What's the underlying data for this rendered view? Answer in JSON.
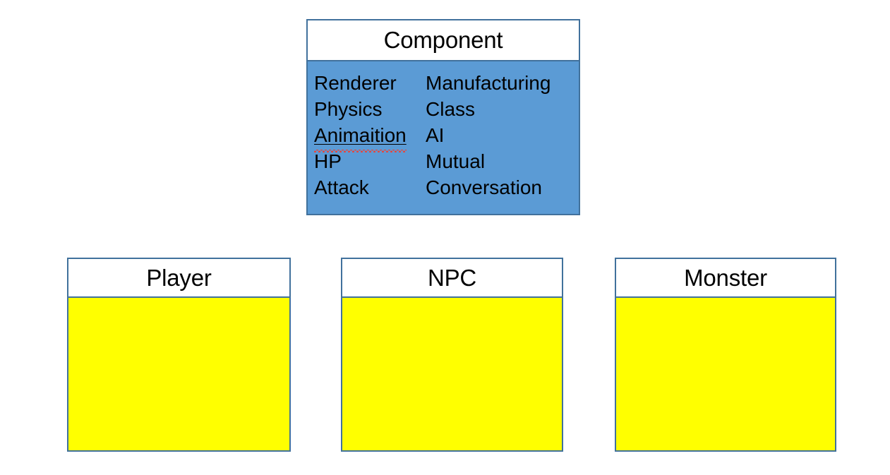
{
  "diagram": {
    "kind": "class-diagram",
    "background_color": "#FFFFFF",
    "colors": {
      "border": "#41719C",
      "component_fill": "#5B9BD5",
      "subclass_fill": "#FFFF00",
      "header_fill": "#FFFFFF",
      "text": "#000000",
      "spellcheck_underline": "#E8443A"
    }
  },
  "component": {
    "title": "Component",
    "attributes": [
      {
        "left": "Renderer",
        "right": "Manufacturing"
      },
      {
        "left": "Physics",
        "right": "Class"
      },
      {
        "left": "Animaition",
        "right": "AI"
      },
      {
        "left": "HP",
        "right": "Mutual"
      },
      {
        "left": "Attack",
        "right": "Conversation"
      }
    ],
    "misspelled_terms": [
      "Animaition"
    ]
  },
  "subclasses": [
    {
      "title": "Player",
      "body_text": ""
    },
    {
      "title": "NPC",
      "body_text": ""
    },
    {
      "title": "Monster",
      "body_text": ""
    }
  ]
}
